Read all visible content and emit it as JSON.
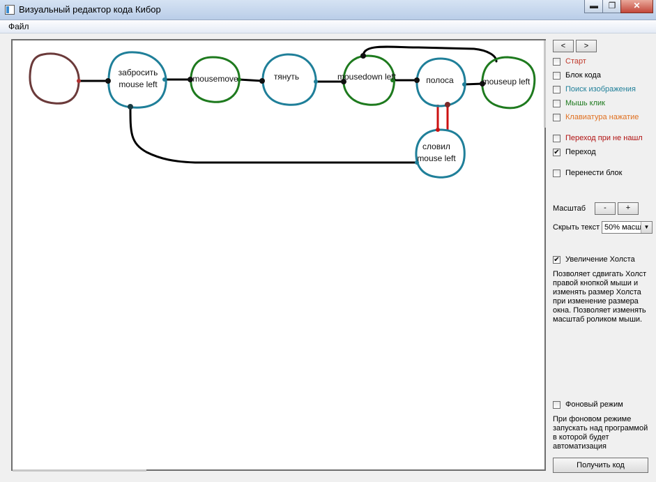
{
  "window": {
    "title": "Визуальный редактор кода Кибор",
    "minimize": "▬",
    "maximize": "❐",
    "close": "✕"
  },
  "menu": {
    "file": "Файл"
  },
  "nodes": [
    {
      "label": "",
      "color": "#6b3a3a"
    },
    {
      "label": "забросить\nmouse left",
      "color": "#1f7f99"
    },
    {
      "label": "mousemove",
      "color": "#1e7a1e"
    },
    {
      "label": "тянуть",
      "color": "#1f7f99"
    },
    {
      "label": "mousedown left",
      "color": "#1e7a1e"
    },
    {
      "label": "полоса",
      "color": "#1f7f99"
    },
    {
      "label": "mouseup left",
      "color": "#1e7a1e"
    },
    {
      "label": "словил\nmouse left",
      "color": "#1f7f99"
    }
  ],
  "sidebar": {
    "back": "<",
    "forward": ">",
    "checkboxes": [
      {
        "label": "Старт",
        "checked": false,
        "color": "#c0392b"
      },
      {
        "label": "Блок кода",
        "checked": false,
        "color": "#000000"
      },
      {
        "label": "Поиск изображения",
        "checked": false,
        "color": "#1f7f99"
      },
      {
        "label": "Мышь клик",
        "checked": false,
        "color": "#1e7a1e"
      },
      {
        "label": "Клавиатура нажатие",
        "checked": false,
        "color": "#e07020"
      },
      {
        "label": "Переход при не нашл",
        "checked": false,
        "color": "#b01010"
      },
      {
        "label": "Переход",
        "checked": true,
        "color": "#000000"
      },
      {
        "label": "Перенести блок",
        "checked": false,
        "color": "#000000"
      }
    ],
    "scale_label": "Масштаб",
    "scale_minus": "-",
    "scale_plus": "+",
    "hide_text_label": "Скрыть текст",
    "hide_text_value": "50% масш",
    "canvas_grow": {
      "label": "Увеличение Холста",
      "checked": true
    },
    "canvas_grow_desc": "Позволяет сдвигать Холст правой кнопкой мыши и изменять размер Холста при изменение размера окна. Позволяет изменять масштаб роликом мыши.",
    "background_mode": {
      "label": "Фоновый режим",
      "checked": false
    },
    "background_desc": "При фоновом режиме запускать над программой в которой будет автоматизация",
    "get_code": "Получить код"
  }
}
